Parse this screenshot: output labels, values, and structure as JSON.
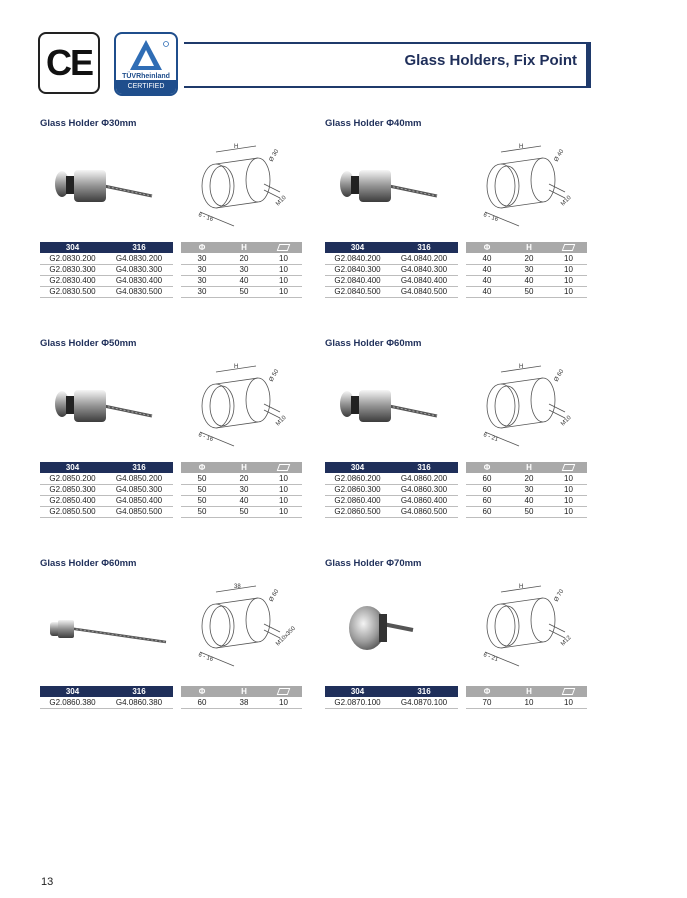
{
  "header": {
    "title": "Glass Holders, Fix Point",
    "logos": {
      "ce": "CE",
      "tuv_name": "TÜVRheinland",
      "tuv_badge": "CERTIFIED"
    }
  },
  "columns": {
    "mat1": "304",
    "mat2": "316",
    "phi": "Φ",
    "h": "H"
  },
  "icons": {
    "package": "package-box-icon"
  },
  "products": [
    {
      "title": "Glass Holder Φ30mm",
      "drawing_labels": [
        "H",
        "Ø 30",
        "6 - 16",
        "M10"
      ],
      "rows": [
        [
          "G2.0830.200",
          "G4.0830.200",
          "30",
          "20",
          "10"
        ],
        [
          "G2.0830.300",
          "G4.0830.300",
          "30",
          "30",
          "10"
        ],
        [
          "G2.0830.400",
          "G4.0830.400",
          "30",
          "40",
          "10"
        ],
        [
          "G2.0830.500",
          "G4.0830.500",
          "30",
          "50",
          "10"
        ]
      ]
    },
    {
      "title": "Glass Holder Φ40mm",
      "drawing_labels": [
        "H",
        "Ø 40",
        "6 - 16",
        "M10"
      ],
      "rows": [
        [
          "G2.0840.200",
          "G4.0840.200",
          "40",
          "20",
          "10"
        ],
        [
          "G2.0840.300",
          "G4.0840.300",
          "40",
          "30",
          "10"
        ],
        [
          "G2.0840.400",
          "G4.0840.400",
          "40",
          "40",
          "10"
        ],
        [
          "G2.0840.500",
          "G4.0840.500",
          "40",
          "50",
          "10"
        ]
      ]
    },
    {
      "title": "Glass Holder Φ50mm",
      "drawing_labels": [
        "H",
        "Ø 50",
        "6 - 16",
        "M10"
      ],
      "rows": [
        [
          "G2.0850.200",
          "G4.0850.200",
          "50",
          "20",
          "10"
        ],
        [
          "G2.0850.300",
          "G4.0850.300",
          "50",
          "30",
          "10"
        ],
        [
          "G2.0850.400",
          "G4.0850.400",
          "50",
          "40",
          "10"
        ],
        [
          "G2.0850.500",
          "G4.0850.500",
          "50",
          "50",
          "10"
        ]
      ]
    },
    {
      "title": "Glass Holder Φ60mm",
      "drawing_labels": [
        "H",
        "Ø 60",
        "6 - 21",
        "M10"
      ],
      "rows": [
        [
          "G2.0860.200",
          "G4.0860.200",
          "60",
          "20",
          "10"
        ],
        [
          "G2.0860.300",
          "G4.0860.300",
          "60",
          "30",
          "10"
        ],
        [
          "G2.0860.400",
          "G4.0860.400",
          "60",
          "40",
          "10"
        ],
        [
          "G2.0860.500",
          "G4.0860.500",
          "60",
          "50",
          "10"
        ]
      ]
    },
    {
      "title": "Glass Holder Φ60mm",
      "drawing_labels": [
        "38",
        "Ø 60",
        "6 - 16",
        "M10x350"
      ],
      "rows": [
        [
          "G2.0860.380",
          "G4.0860.380",
          "60",
          "38",
          "10"
        ]
      ]
    },
    {
      "title": "Glass Holder Φ70mm",
      "drawing_labels": [
        "H",
        "Ø 70",
        "6 - 21",
        "M12"
      ],
      "rows": [
        [
          "G2.0870.100",
          "G4.0870.100",
          "70",
          "10",
          "10"
        ]
      ]
    }
  ],
  "footer": {
    "page_number": "13"
  }
}
